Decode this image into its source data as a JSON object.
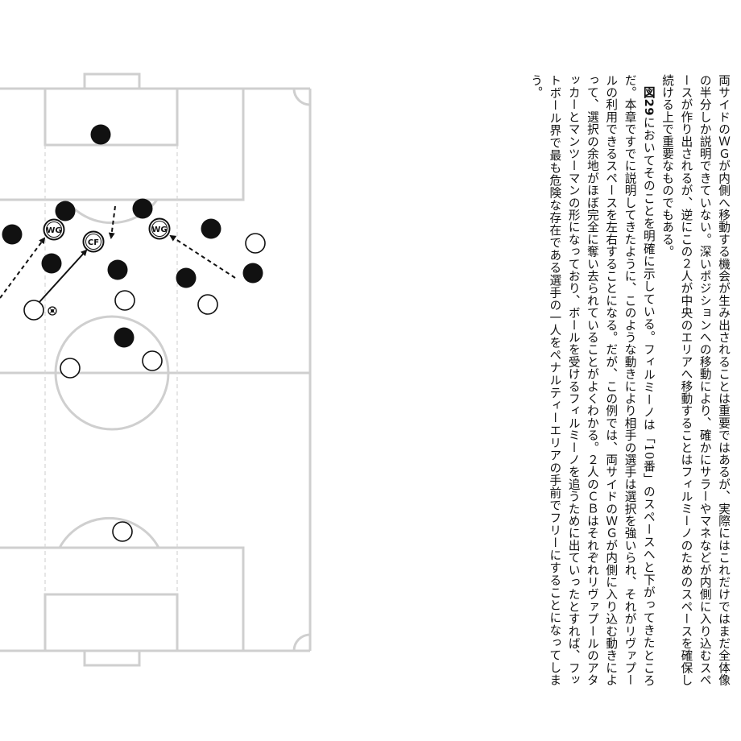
{
  "diagram": {
    "labels": {
      "wg": "WG",
      "cf": "CF"
    },
    "colors": {
      "line": "#cfcfcf",
      "dash": "#cfcfcf",
      "player": "#111111",
      "arrow": "#111111"
    }
  },
  "text": {
    "p1": "両サイドのＷＧが内側へ移動する機会が生み出されることは重要ではあるが、実際にはこれだけではまだ全体像の半分しか説明できていない。深いポジションへの移動により、確かにサラーやマネなどが内側に入り込むスペースが作り出されるが、逆にこの２人が中央のエリアへ移動することはフィルミーノのためのスペースを確保し続ける上で重要なものでもある。",
    "fig_ref": "図29",
    "p2": "においてそのことを明確に示している。フィルミーノは「10番」のスペースへと下がってきたところだ。本章ですでに説明してきたように、このような動きにより相手の選手は選択を強いられ、それがリヴァプールの利用できるスペースを左右することになる。だが、この例では、両サイドのＷＧが内側に入り込む動きによって、選択の余地がほぼ完全に奪い去られていることがよくわかる。２人のＣＢはそれぞれリヴァプールのアタッカーとマンツーマンの形になっており、ボールを受けるフィルミーノを追うために出ていったとすれば、フットボール界で最も危険な存在である選手の一人をペナルティーエリアの手前でフリーにすることになってしまう。"
  }
}
